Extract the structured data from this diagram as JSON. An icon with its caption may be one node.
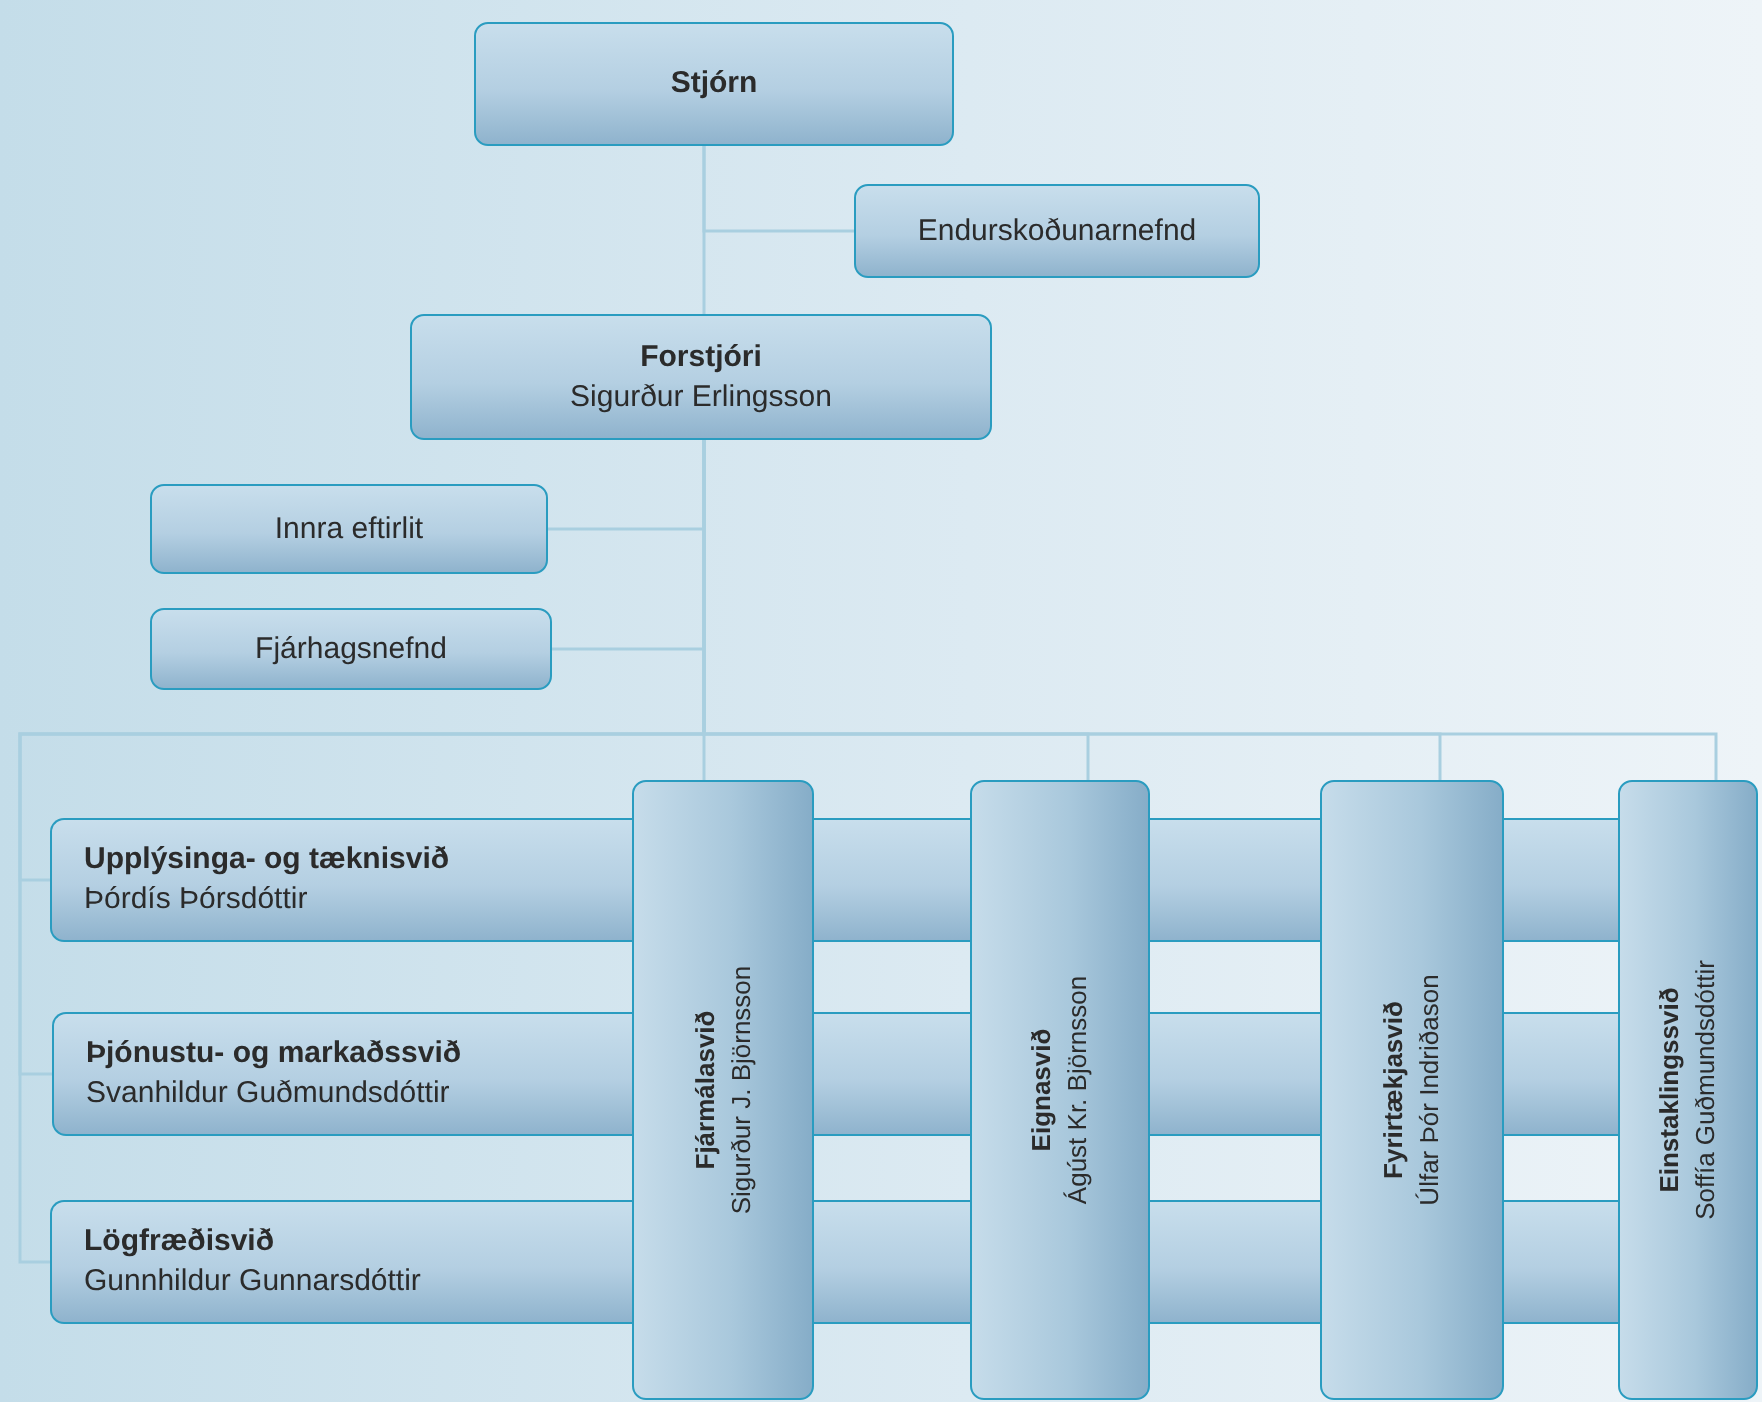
{
  "diagram": {
    "nodes": [
      {
        "text": [
          "Stjórn"
        ]
      },
      {
        "text": [
          "Endurskoðunarnefnd"
        ]
      },
      {
        "text": [
          "Forstjóri",
          "Sigurður Erlingsson"
        ]
      },
      {
        "text": [
          "Innra eftirlit"
        ]
      },
      {
        "text": [
          "Fjárhagsnefnd"
        ]
      },
      {
        "text": [
          "Upplýsinga- og tæknisvið",
          "Þórdís Þórsdóttir"
        ]
      },
      {
        "text": [
          "Þjónustu- og markaðssvið",
          "Svanhildur Guðmundsdóttir"
        ]
      },
      {
        "text": [
          "Lögfræðisvið",
          "Gunnhildur Gunnarsdóttir"
        ]
      },
      {
        "text": [
          "Fjármálasvið",
          "Sigurður J. Björnsson"
        ]
      },
      {
        "text": [
          "Eignasvið",
          "Ágúst Kr. Björnsson"
        ]
      },
      {
        "text": [
          "Fyrirtækjasvið",
          "Úlfar Þór Indriðason"
        ]
      },
      {
        "text": [
          "Einstaklingssvið",
          "Soffía Guðmundsdóttir"
        ]
      },
      {
        "text": [],
        "shape": "bar"
      },
      {
        "text": [],
        "shape": "bar"
      },
      {
        "text": [],
        "shape": "bar"
      },
      {
        "text": [],
        "shape": "bar"
      },
      {
        "text": [],
        "shape": "bar"
      },
      {
        "text": [],
        "shape": "bar"
      },
      {
        "text": [],
        "shape": "bar"
      },
      {
        "text": [],
        "shape": "bar"
      },
      {
        "text": [],
        "shape": "bar"
      }
    ],
    "edges": [
      {
        "from": 0,
        "to": 2,
        "arrow": "none"
      },
      {
        "from": 0,
        "to": 1,
        "arrow": "none"
      },
      {
        "from": 2,
        "to": 3,
        "arrow": "none"
      },
      {
        "from": 2,
        "to": 4,
        "arrow": "none"
      },
      {
        "from": 2,
        "to": 5,
        "arrow": "none"
      },
      {
        "from": 2,
        "to": 6,
        "arrow": "none"
      },
      {
        "from": 2,
        "to": 7,
        "arrow": "none"
      },
      {
        "from": 2,
        "to": 8,
        "arrow": "none"
      },
      {
        "from": 2,
        "to": 9,
        "arrow": "none"
      },
      {
        "from": 2,
        "to": 10,
        "arrow": "none"
      },
      {
        "from": 2,
        "to": 11,
        "arrow": "none"
      }
    ]
  }
}
